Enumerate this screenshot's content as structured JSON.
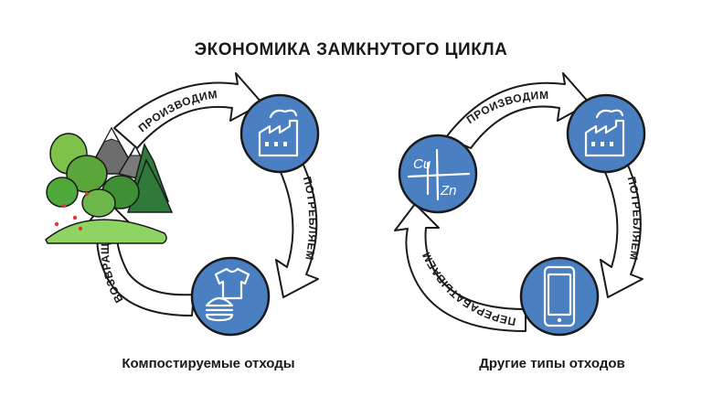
{
  "title": "ЭКОНОМИКА ЗАМКНУТОГО ЦИКЛА",
  "left_cycle": {
    "caption": "Компостируемые отходы",
    "arrow_top": "ПРОИЗВОДИМ",
    "arrow_right": "ПОТРЕБЛЯЕМ",
    "arrow_left": "ВОЗВРАЩАЕМ"
  },
  "right_cycle": {
    "caption": "Другие типы отходов",
    "arrow_top": "ПРОИЗВОДИМ",
    "arrow_right": "ПОТРЕБЛЯЕМ",
    "arrow_left": "ПЕРЕРАБАТЫВАЕМ",
    "element_1": "Cu",
    "element_2": "Zn"
  },
  "colors": {
    "node_blue": "#4a7fc1",
    "tree_green": "#4fa83a",
    "mountain_grey": "#6d6d6d"
  },
  "icons": [
    "factory-icon",
    "tshirt-icon",
    "burger-icon",
    "phone-icon",
    "forest-icon",
    "metals-icon"
  ]
}
